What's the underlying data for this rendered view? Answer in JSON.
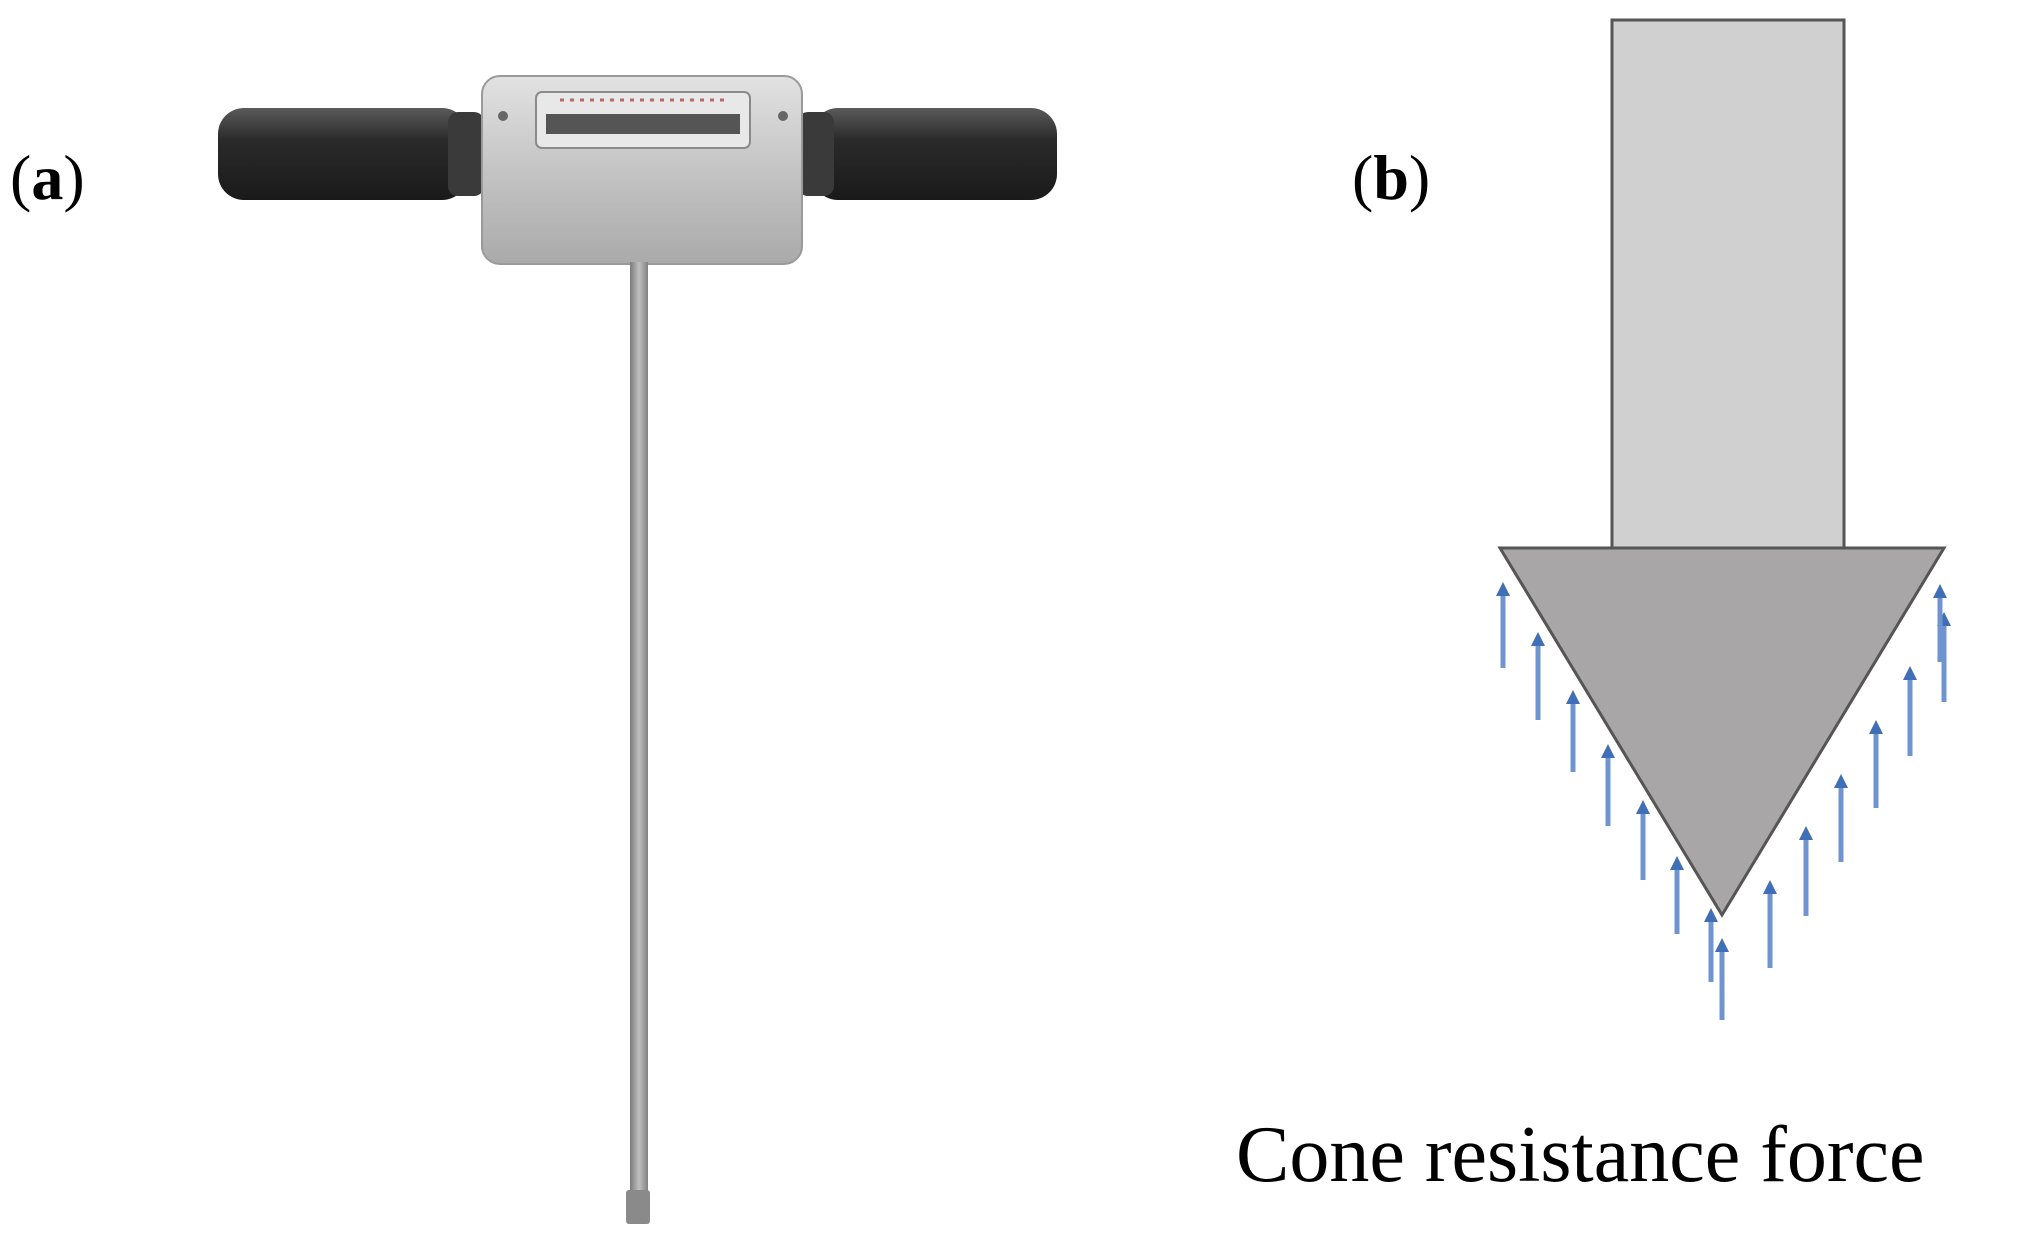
{
  "panels": {
    "a": {
      "open": "(",
      "letter": "a",
      "close": ")"
    },
    "b": {
      "open": "(",
      "letter": "b",
      "close": ")"
    }
  },
  "caption": "Cone resistance force",
  "colors": {
    "shaft_fill": "#d0d0d0",
    "cone_fill": "#a8a6a6",
    "outline": "#555555",
    "arrow": "#6f94d0",
    "handle": "#2e2e2e",
    "body_metal": "#c8c8c8",
    "rod": "#9a9a9a"
  },
  "icons": {
    "penetrometer": "penetrometer-photo",
    "cone": "cone-tip-diagram",
    "force_arrows": "upward-arrow-icon"
  }
}
